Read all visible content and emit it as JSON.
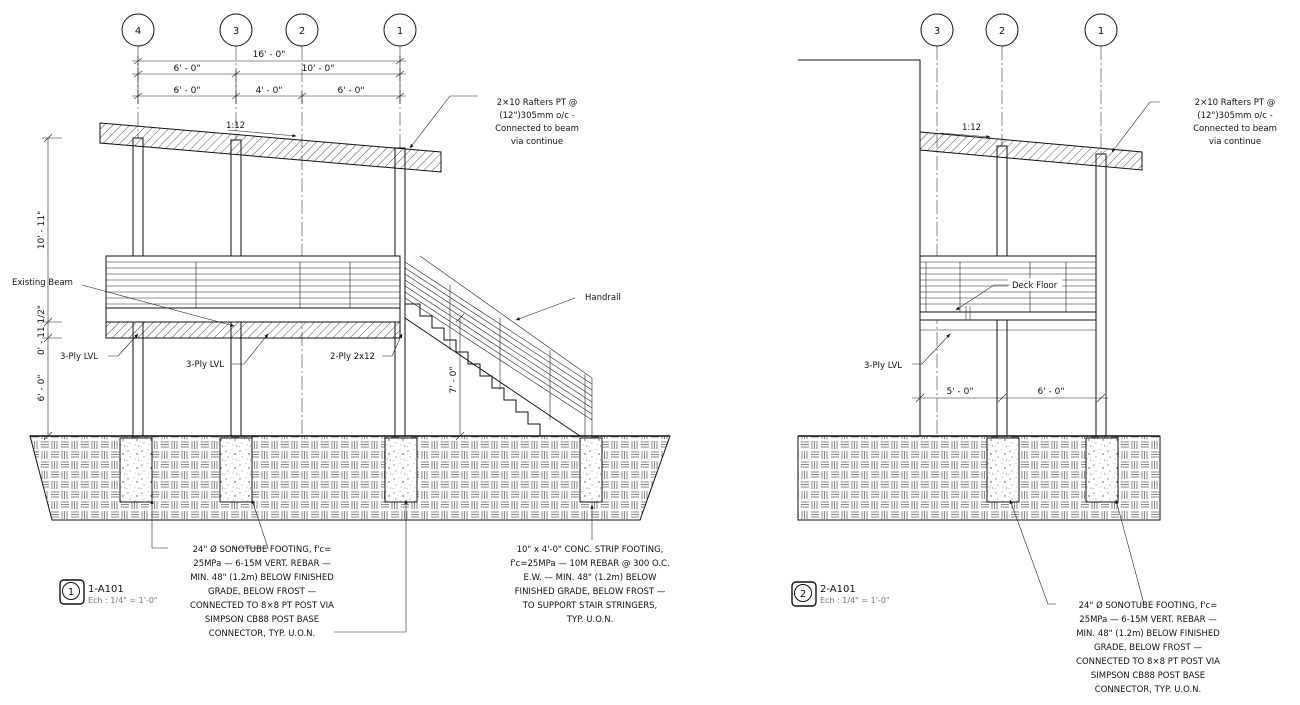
{
  "grid_labels": {
    "g4": "4",
    "g3": "3",
    "g2": "2",
    "g1": "1",
    "g3b": "3",
    "g2b": "2",
    "g1b": "1"
  },
  "dimensions": {
    "total": "16' - 0\"",
    "a1": "6' - 0\"",
    "a2": "10' - 0\"",
    "b1": "6' - 0\"",
    "b2": "4' - 0\"",
    "b3": "6' - 0\"",
    "vtop": "10' - 11\"",
    "vmid": "0' - 11 1/2\"",
    "vbot": "6' - 0\"",
    "stair": "7' - 0\"",
    "r1": "5' - 0\"",
    "r2": "6' - 0\""
  },
  "slope_label": "1:12",
  "slope_label_b": "1:12",
  "callouts": {
    "rafters_l": [
      "2×10 Rafters PT @",
      "(12\")305mm o/c -",
      "Connected to beam",
      "via continue"
    ],
    "rafters_r": [
      "2×10 Rafters PT @",
      "(12\")305mm o/c -",
      "Connected to beam",
      "via continue"
    ],
    "existing_beam": "Existing Beam",
    "handrail": "Handrail",
    "lvl_a": "3-Ply LVL",
    "lvl_b": "3-Ply LVL",
    "ply2": "2-Ply 2x12",
    "deck_floor": "Deck Floor",
    "lvl_r": "3-Ply LVL",
    "sonotube_l": [
      "24\" Ø SONOTUBE FOOTING, f'c=",
      "25MPa — 6-15M VERT. REBAR —",
      "MIN. 48\" (1.2m) BELOW FINISHED",
      "GRADE, BELOW FROST —",
      "CONNECTED TO 8×8 PT POST VIA",
      "SIMPSON CB88 POST BASE",
      "CONNECTOR, TYP. U.O.N."
    ],
    "strip": [
      "10\" x 4'-0\" CONC. STRIP FOOTING,",
      "f'c=25MPa — 10M REBAR @ 300 O.C.",
      "E.W. — MIN. 48\" (1.2m) BELOW",
      "FINISHED GRADE, BELOW FROST —",
      "TO SUPPORT STAIR STRINGERS,",
      "TYP. U.O.N."
    ],
    "sonotube_r": [
      "24\" Ø SONOTUBE FOOTING, f'c=",
      "25MPa — 6-15M VERT. REBAR —",
      "MIN. 48\" (1.2m) BELOW FINISHED",
      "GRADE, BELOW FROST —",
      "CONNECTED TO 8×8 PT POST VIA",
      "SIMPSON CB88 POST BASE",
      "CONNECTOR, TYP. U.O.N."
    ]
  },
  "titles": {
    "view1_num": "1",
    "view1_name": "1-A101",
    "view1_scale": "Ech :  1/4\" = 1'-0\"",
    "view2_num": "2",
    "view2_name": "2-A101",
    "view2_scale": "Ech :  1/4\" = 1'-0\""
  }
}
